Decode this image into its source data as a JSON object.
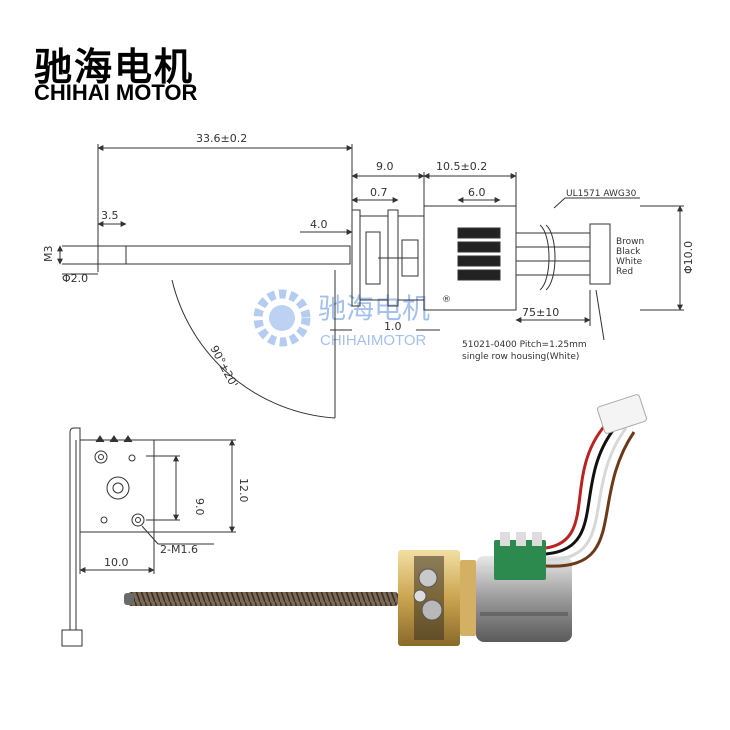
{
  "brand": {
    "name_cn": "驰海电机",
    "name_en": "CHIHAI MOTOR"
  },
  "watermark": {
    "cn": "驰海电机",
    "en": "CHIHAIMOTOR",
    "mark": "®"
  },
  "top_drawing": {
    "overall_length": "33.6±0.2",
    "gear_box": "9.0",
    "motor_length": "10.5±0.2",
    "plate": "0.7",
    "connector_width": "6.0",
    "end_dim": "3.5",
    "shaft_clear": "4.0",
    "thread": "M3",
    "shaft_dia": "Φ2.0",
    "gap": "1.0",
    "body_dia": "Φ10.0",
    "cable_length": "75±10",
    "wire_spec": "UL1571  AWG30",
    "angle": "90°±20'",
    "wires": [
      "Brown",
      "Black",
      "White",
      "Red"
    ],
    "connector_note_line1": "51021-0400 Pitch=1.25mm",
    "connector_note_line2": "single row housing(White)"
  },
  "front_view": {
    "width": "10.0",
    "hole_spacing": "9.0",
    "height": "12.0",
    "screw_holes": "2-M1.6"
  }
}
